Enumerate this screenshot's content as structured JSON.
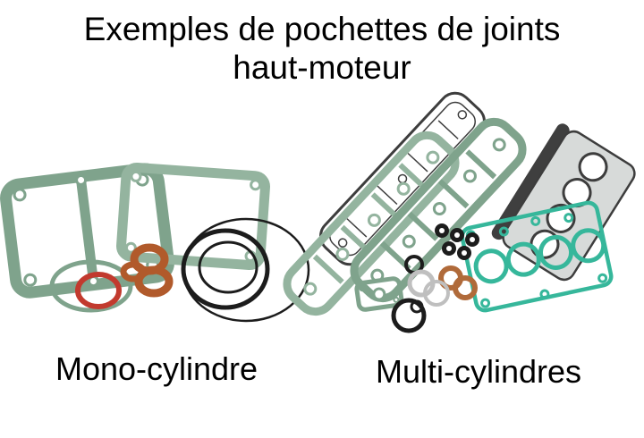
{
  "title": {
    "line1": "Exemples de pochettes de joints",
    "line2": "haut-moteur"
  },
  "figure": {
    "left_label": "Mono-cylindre",
    "right_label": "Multi-cylindres"
  },
  "colors": {
    "text": "#000000",
    "gasket_green": "#7fa38c",
    "gasket_green_light": "#94b49f",
    "gasket_teal": "#36b79b",
    "seal_orange": "#b15a2b",
    "seal_red": "#c23a2e",
    "ring_black": "#1c1c1c",
    "metal_gray": "#d7dad9",
    "outline_dark": "#3d3d3d",
    "copper": "#b06a3a",
    "ring_gray": "#bfbfbf"
  }
}
